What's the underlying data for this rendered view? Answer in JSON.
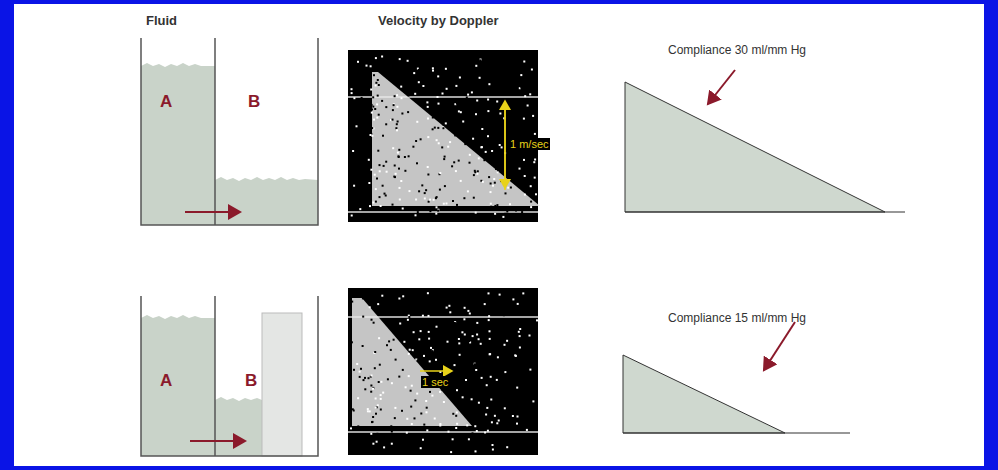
{
  "diagram": {
    "labels": [
      "Fluid",
      "Velocity by Doppler",
      "A",
      "B",
      "1 m/sec",
      "Compliance 30 ml/mm Hg",
      "A",
      "B",
      "1 sec",
      "Compliance 15 ml/mm Hg"
    ]
  }
}
